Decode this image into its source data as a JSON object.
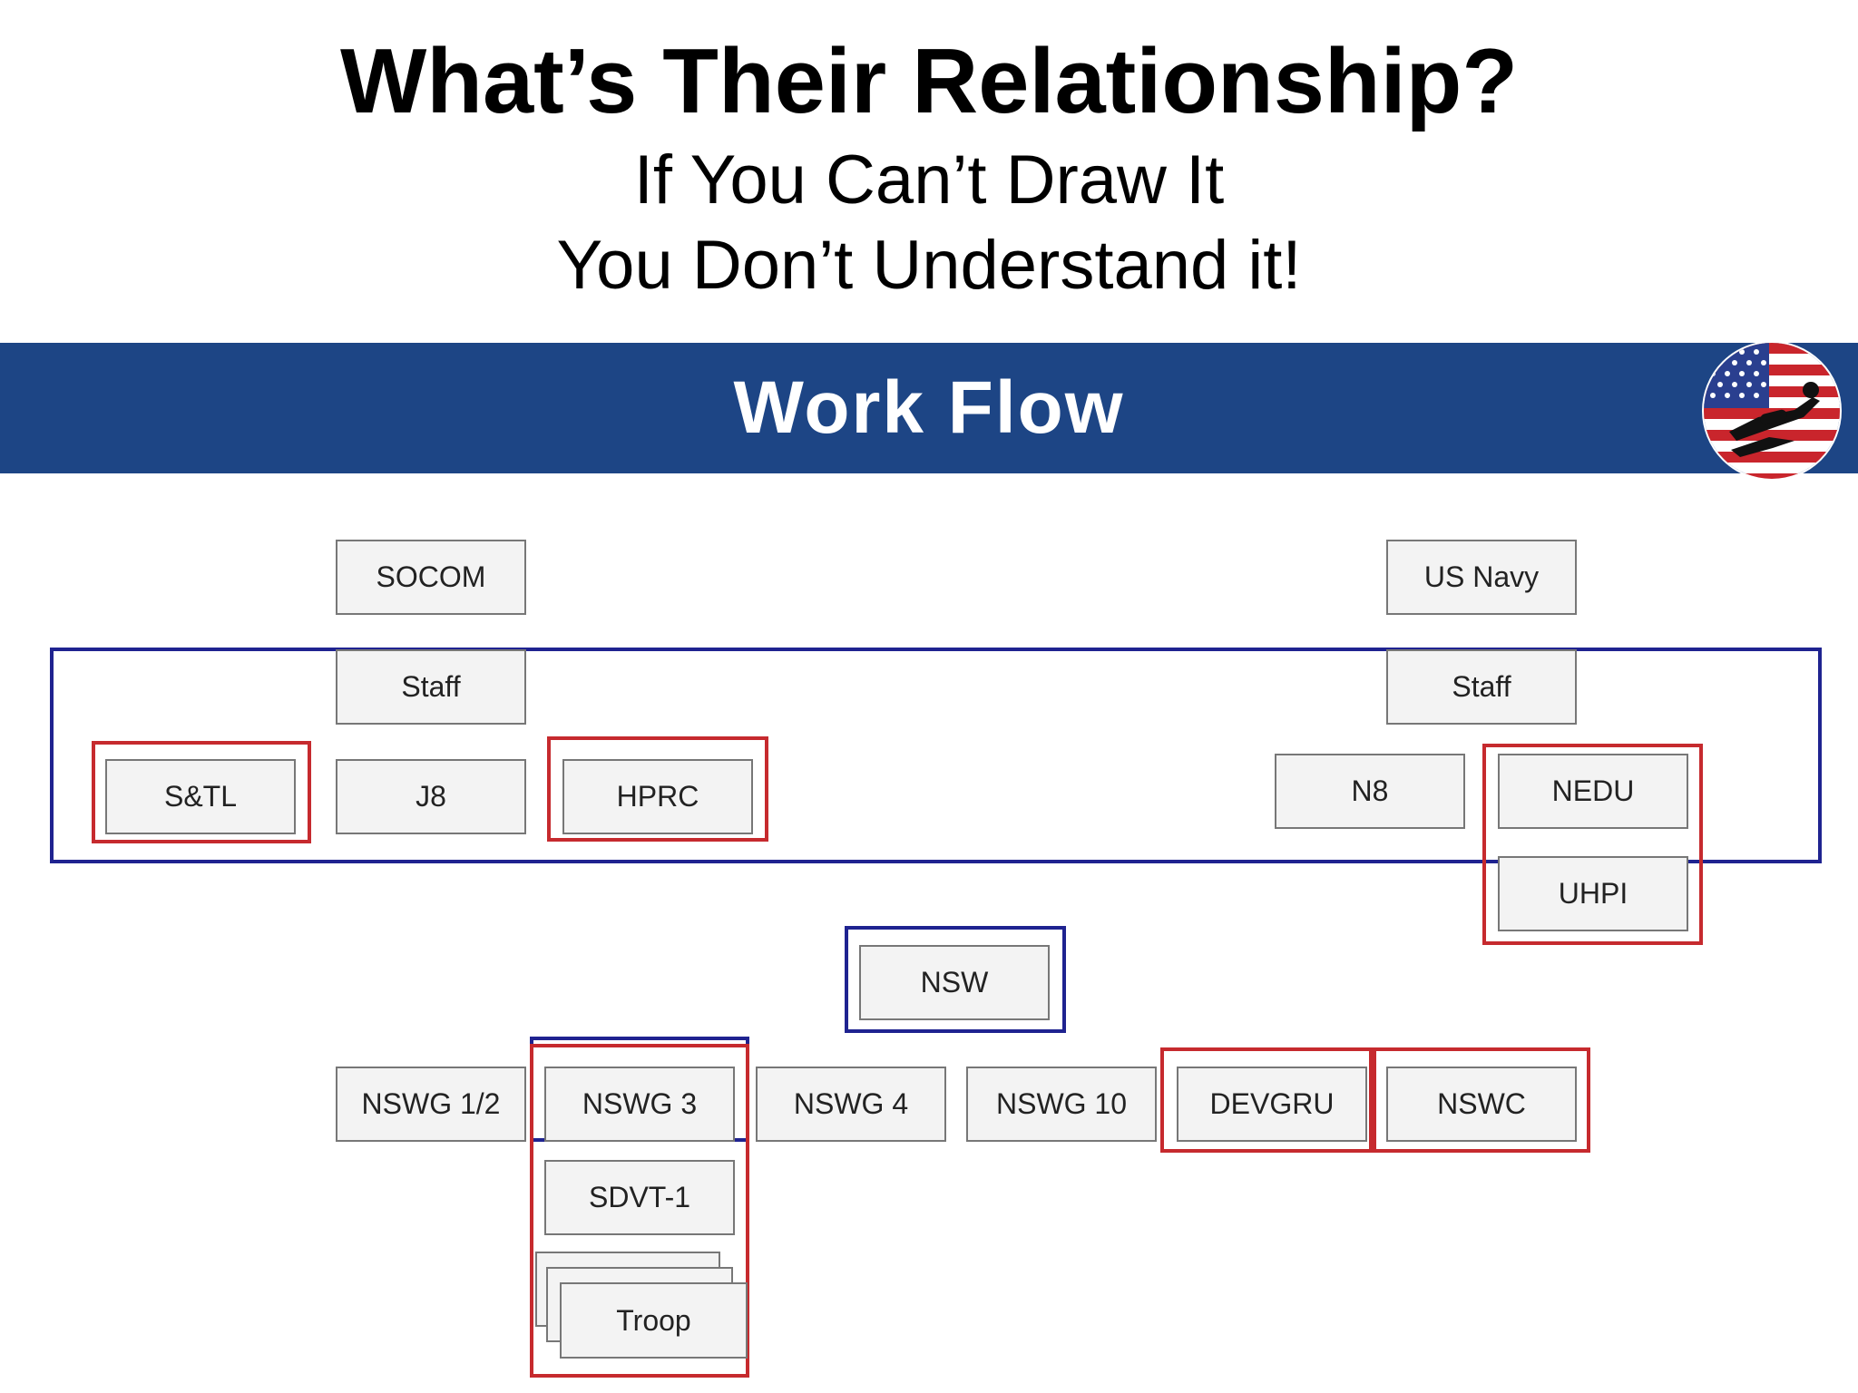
{
  "slide": {
    "title": "What’s Their Relationship?",
    "subtitle_line1": "If You Can’t Draw It",
    "subtitle_line2": "You Don’t Understand it!"
  },
  "banner": {
    "title": "Work Flow",
    "color": "#1d4585"
  },
  "logo": {
    "icon": "flag-diver-icon"
  },
  "nodes": {
    "socom": "SOCOM",
    "socom_staff": "Staff",
    "st_l": "S&TL",
    "j8": "J8",
    "hprc": "HPRC",
    "us_navy": "US Navy",
    "navy_staff": "Staff",
    "n8": "N8",
    "nedu": "NEDU",
    "uhpi": "UHPI",
    "nsw": "NSW",
    "nswg_1_2": "NSWG 1/2",
    "nswg_3": "NSWG 3",
    "nswg_4": "NSWG 4",
    "nswg_10": "NSWG 10",
    "devgru": "DEVGRU",
    "nswc": "NSWC",
    "sdvt_1": "SDVT-1",
    "troop": "Troop"
  },
  "colors": {
    "blue_frame": "#1f2390",
    "red_frame": "#c62a2e",
    "box_border": "#777777",
    "box_fill": "#f3f3f3"
  }
}
